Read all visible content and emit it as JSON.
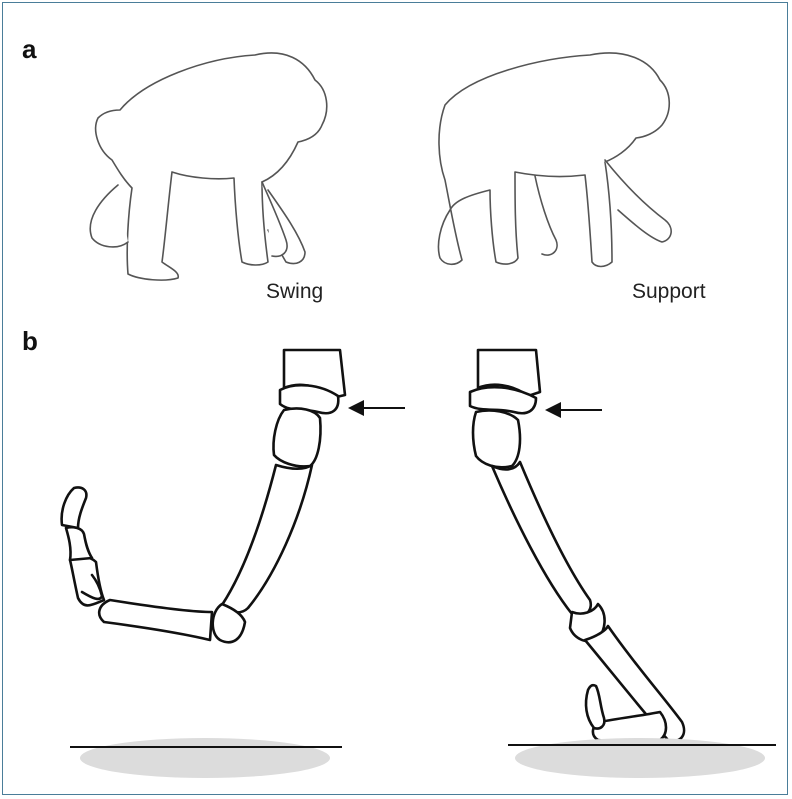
{
  "panels": {
    "a": {
      "letter": "a",
      "captions": {
        "left": "Swing",
        "right": "Support"
      }
    },
    "b": {
      "letter": "b"
    }
  },
  "colors": {
    "frame": "#4a7d99",
    "shadow": "#dcdcdc",
    "ink": "#111111"
  }
}
